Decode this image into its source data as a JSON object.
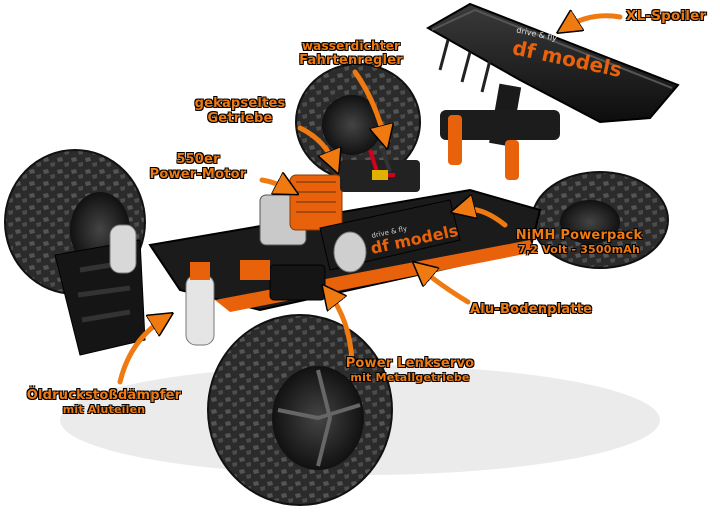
{
  "colors": {
    "accent_orange": "#f07a12",
    "chassis_dark": "#1b1b1b",
    "tire": "#2a2a2a",
    "aluminium_orange": "#e8620c"
  },
  "battery": {
    "brand": "drive & fly",
    "logo": "df models"
  },
  "wing": {
    "brand": "drive & fly",
    "logo": "df models"
  },
  "labels": {
    "spoiler": "XL-Spoiler",
    "esc_line1": "wasserdichter",
    "esc_line2": "Fahrtenregler",
    "gearbox_line1": "gekapseltes",
    "gearbox_line2": "Getriebe",
    "motor_line1": "550er",
    "motor_line2": "Power-Motor",
    "powerpack_line1": "NiMH Powerpack",
    "powerpack_line2": "7,2 Volt - 3500mAh",
    "baseplate": "Alu-Bodenplatte",
    "servo_line1": "Power Lenkservo",
    "servo_line2": "mit Metallgetriebe",
    "shock_line1": "Öldruckstoßdämpfer",
    "shock_line2": "mit Aluteilen"
  }
}
